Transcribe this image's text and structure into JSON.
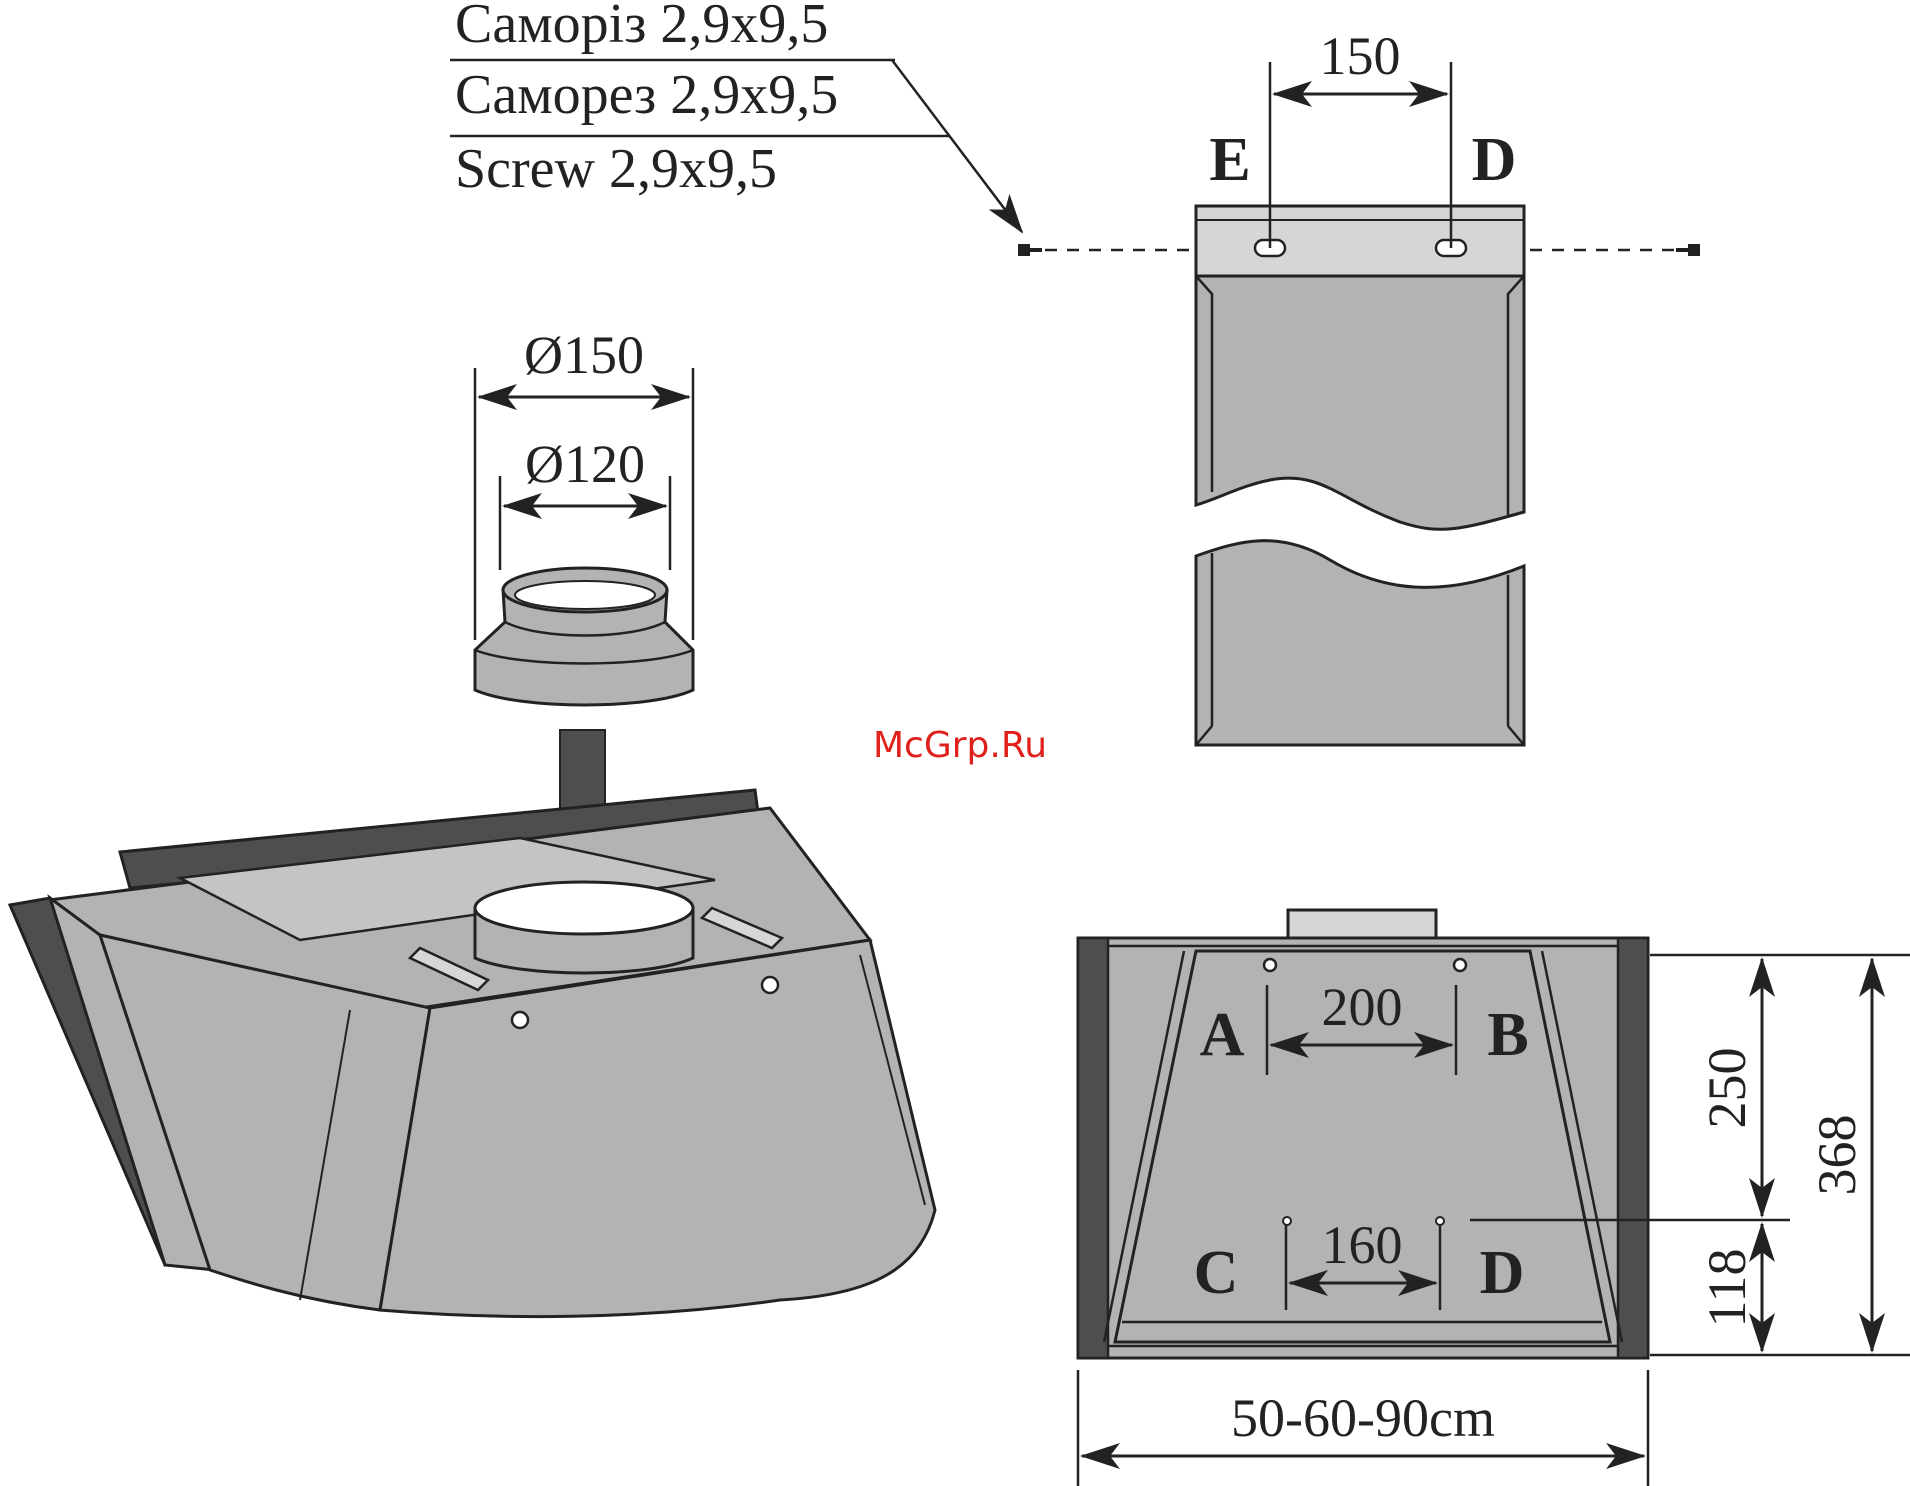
{
  "screw_labels": {
    "ukrainian": "Саморіз 2,9х9,5",
    "russian": "Саморез 2,9х9,5",
    "english": "Screw 2,9х9,5"
  },
  "duct_diagram": {
    "hole_spacing": "150",
    "left_hole_label": "E",
    "right_hole_label": "D"
  },
  "flange_diagram": {
    "outer_diameter": "Ø150",
    "inner_diameter": "Ø120"
  },
  "front_view": {
    "top_holes_spacing": "200",
    "bottom_holes_spacing": "160",
    "label_a": "A",
    "label_b": "B",
    "label_c": "C",
    "label_d": "D",
    "height_upper": "250",
    "height_lower": "118",
    "height_total": "368",
    "width": "50-60-90cm"
  },
  "watermark": "McGrp.Ru",
  "colors": {
    "panel_fill": "#b3b3b3",
    "light_fill": "#d6d6d6",
    "dark_edge": "#4e4e4e",
    "line": "#222222",
    "watermark": "#e0201b"
  }
}
